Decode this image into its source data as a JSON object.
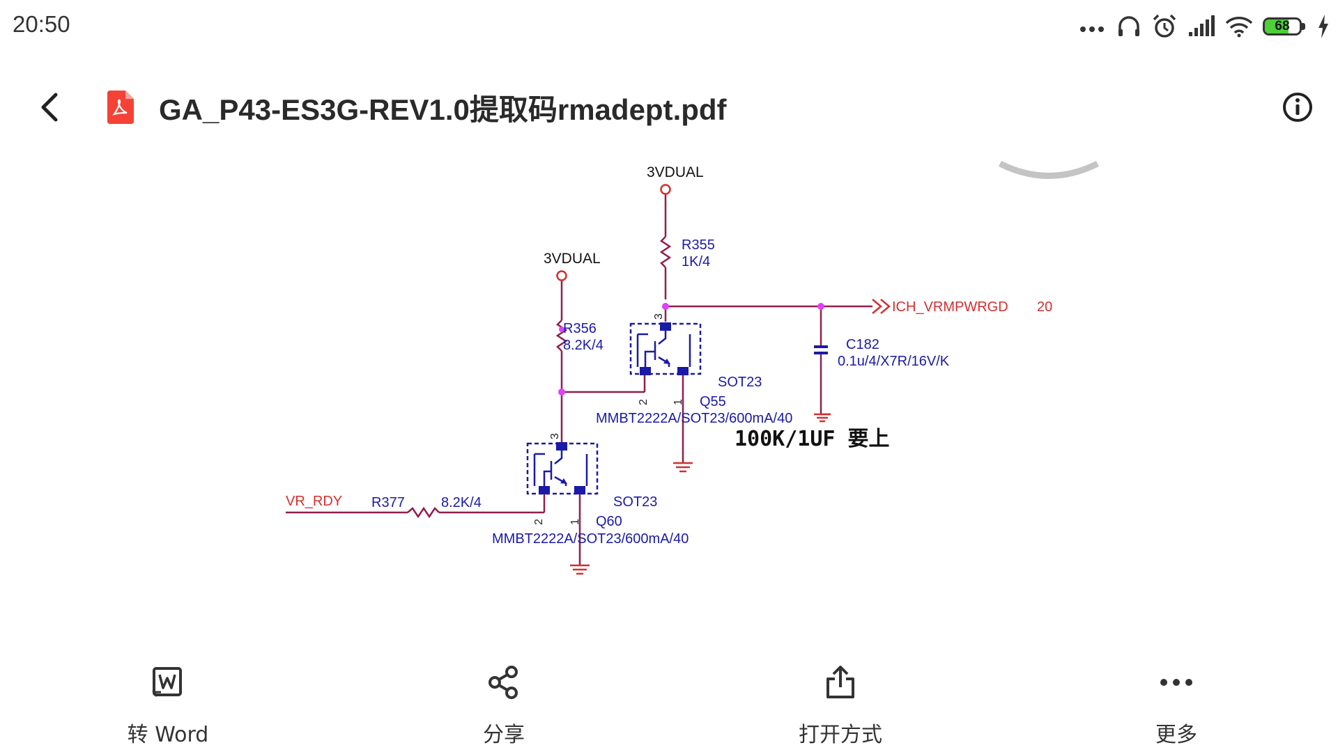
{
  "status_bar": {
    "time": "20:50",
    "icons": [
      "more-dots-icon",
      "headphones-icon",
      "alarm-icon",
      "signal-icon",
      "wifi-icon",
      "battery-icon",
      "charging-icon"
    ],
    "battery_level": "68",
    "battery_fill_percent": 68
  },
  "header": {
    "back_icon": "chevron-left-icon",
    "file_icon": "pdf-file-icon",
    "title": "GA_P43-ES3G-REV1.0提取码rmadept.pdf",
    "info_icon": "info-icon"
  },
  "schematic": {
    "power_label_top": "3VDUAL",
    "power_label_left": "3VDUAL",
    "r355_name": "R355",
    "r355_value": "1K/4",
    "net_ich": "ICH_VRMPWRGD",
    "net_ich_page": "20",
    "r356_name": "R356",
    "r356_value": "8.2K/4",
    "c182_name": "C182",
    "c182_value": "0.1u/4/X7R/16V/K",
    "q55_package": "SOT23",
    "q55_name": "Q55",
    "q55_part": "MMBT2222A/SOT23/600mA/40",
    "annotation": "100K/1UF 要上",
    "net_vr": "VR_RDY",
    "r377_name": "R377",
    "r377_value": "8.2K/4",
    "q60_package": "SOT23",
    "q60_name": "Q60",
    "q60_part": "MMBT2222A/SOT23/600mA/40",
    "pin_3": "3",
    "pin_2": "2",
    "pin_1": "1"
  },
  "toolbar": {
    "items": [
      {
        "label": "转 Word",
        "icon": "word-convert-icon"
      },
      {
        "label": "分享",
        "icon": "share-icon"
      },
      {
        "label": "打开方式",
        "icon": "open-with-icon"
      },
      {
        "label": "更多",
        "icon": "more-icon"
      }
    ]
  },
  "colors": {
    "wire": "#8e1f4d",
    "net_red": "#d32f2f",
    "part_blue": "#1a1aa8",
    "junction": "#e040fb",
    "pdf_red": "#f44336",
    "battery_green": "#4cd137"
  }
}
